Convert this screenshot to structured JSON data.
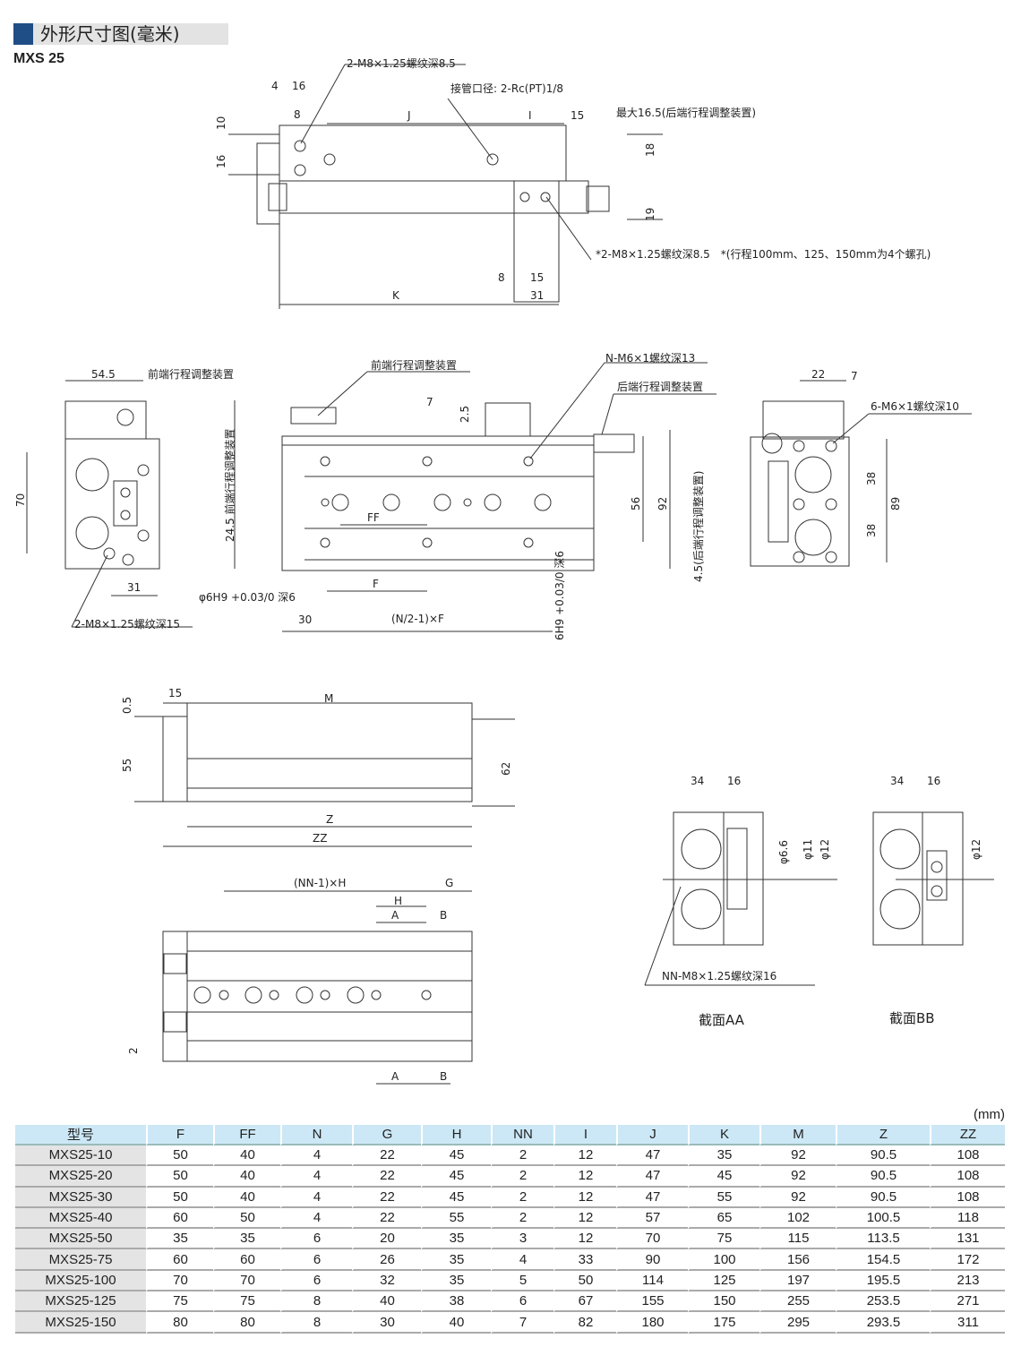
{
  "header": {
    "title": "外形尺寸图(毫米)",
    "model": "MXS 25"
  },
  "drawing": {
    "labels": [
      "2-M8×1.25螺纹深8.5",
      "4",
      "16",
      "8",
      "J",
      "I",
      "15",
      "接管口径: 2-Rc(PT)1/8",
      "最大16.5(后端行程调整装置)",
      "10",
      "16",
      "18",
      "19",
      "*2-M8×1.25螺纹深8.5　*(行程100mm、125、150mm为4个螺孔)",
      "8",
      "15",
      "K",
      "31",
      "54.5",
      "前端行程调整装置",
      "70",
      "31",
      "2-M8×1.25螺纹深15",
      "前端行程调整装置",
      "N-M6×1螺纹深13",
      "后端行程调整装置",
      "7",
      "2.5",
      "24.5 前端行程调整装置",
      "FF",
      "56",
      "92",
      "4.5(后端行程调整装置)",
      "F",
      "φ6H9 +0.03/0 深6",
      "30",
      "(N/2-1)×F",
      "6H9 +0.03/0 深6",
      "22",
      "7",
      "6-M6×1螺纹深10",
      "38",
      "38",
      "89",
      "0.5",
      "15",
      "M",
      "55",
      "62",
      "Z",
      "ZZ",
      "(NN-1)×H",
      "G",
      "H",
      "A",
      "B",
      "2",
      "A",
      "B",
      "34",
      "16",
      "φ6.6",
      "φ11",
      "φ12",
      "NN-M8×1.25螺纹深16",
      "34",
      "16",
      "φ12"
    ],
    "captions": [
      "截面AA",
      "截面BB"
    ]
  },
  "table": {
    "unit": "(mm)",
    "headers": [
      "型号",
      "F",
      "FF",
      "N",
      "G",
      "H",
      "NN",
      "I",
      "J",
      "K",
      "M",
      "Z",
      "ZZ"
    ],
    "rows": [
      [
        "MXS25-10",
        "50",
        "40",
        "4",
        "22",
        "45",
        "2",
        "12",
        "47",
        "35",
        "92",
        "90.5",
        "108"
      ],
      [
        "MXS25-20",
        "50",
        "40",
        "4",
        "22",
        "45",
        "2",
        "12",
        "47",
        "45",
        "92",
        "90.5",
        "108"
      ],
      [
        "MXS25-30",
        "50",
        "40",
        "4",
        "22",
        "45",
        "2",
        "12",
        "47",
        "55",
        "92",
        "90.5",
        "108"
      ],
      [
        "MXS25-40",
        "60",
        "50",
        "4",
        "22",
        "55",
        "2",
        "12",
        "57",
        "65",
        "102",
        "100.5",
        "118"
      ],
      [
        "MXS25-50",
        "35",
        "35",
        "6",
        "20",
        "35",
        "3",
        "12",
        "70",
        "75",
        "115",
        "113.5",
        "131"
      ],
      [
        "MXS25-75",
        "60",
        "60",
        "6",
        "26",
        "35",
        "4",
        "33",
        "90",
        "100",
        "156",
        "154.5",
        "172"
      ],
      [
        "MXS25-100",
        "70",
        "70",
        "6",
        "32",
        "35",
        "5",
        "50",
        "114",
        "125",
        "197",
        "195.5",
        "213"
      ],
      [
        "MXS25-125",
        "75",
        "75",
        "8",
        "40",
        "38",
        "6",
        "67",
        "155",
        "150",
        "255",
        "253.5",
        "271"
      ],
      [
        "MXS25-150",
        "80",
        "80",
        "8",
        "30",
        "40",
        "7",
        "82",
        "180",
        "175",
        "295",
        "293.5",
        "311"
      ]
    ]
  }
}
